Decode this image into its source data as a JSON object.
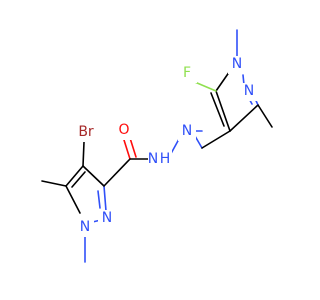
{
  "molecule": {
    "atoms": {
      "br": "Br",
      "o": "O",
      "nh": "N",
      "nh_h": "H",
      "n_imine": "N",
      "f": "F",
      "n_bottom_ring_2": "N",
      "n_bottom_ring_1": "N",
      "n_top_ring_1": "N",
      "n_top_ring_2": "N"
    },
    "colors": {
      "carbon": "#000000",
      "nitrogen": "#3050F8",
      "oxygen": "#FF0D0D",
      "fluorine": "#90E050",
      "bromine": "#A62929"
    }
  }
}
